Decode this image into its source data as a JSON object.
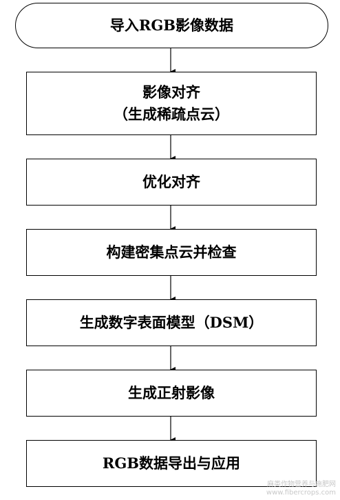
{
  "flowchart": {
    "start": "导入RGB影像数据",
    "steps": [
      {
        "line1": "影像对齐",
        "line2": "（生成稀疏点云）"
      },
      {
        "line1": "优化对齐"
      },
      {
        "line1": "构建密集点云并检查"
      },
      {
        "line1": "生成数字表面模型（DSM）"
      },
      {
        "line1": "生成正射影像"
      },
      {
        "line1": "RGB数据导出与应用"
      }
    ]
  },
  "watermark": {
    "line1": "麻类作物营养与施肥网",
    "line2": "www.fibercrops.com"
  },
  "colors": {
    "stroke": "#000000",
    "background": "#ffffff",
    "watermark": "#c8c8c8"
  }
}
